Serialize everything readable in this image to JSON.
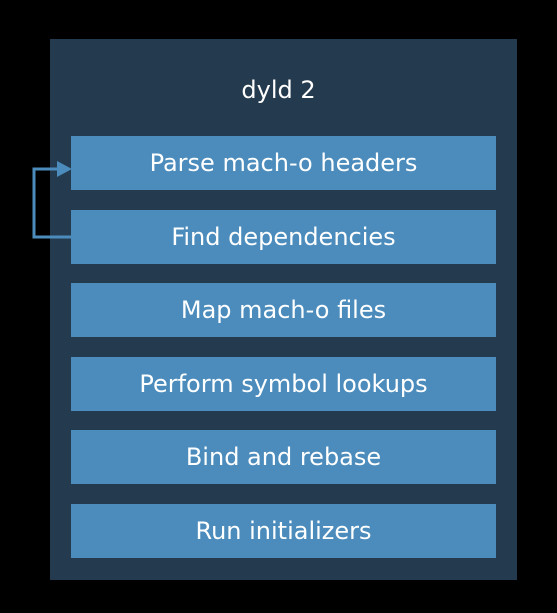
{
  "diagram": {
    "title": "dyld 2",
    "steps": [
      {
        "label": "Parse mach-o headers"
      },
      {
        "label": "Find dependencies"
      },
      {
        "label": "Map mach-o files"
      },
      {
        "label": "Perform symbol lookups"
      },
      {
        "label": "Bind and rebase"
      },
      {
        "label": "Run initializers"
      }
    ],
    "colors": {
      "background": "#000000",
      "panel": "#243a4e",
      "step": "#4b8cbc",
      "text": "#ffffff",
      "arrow": "#4b8cbc"
    }
  }
}
